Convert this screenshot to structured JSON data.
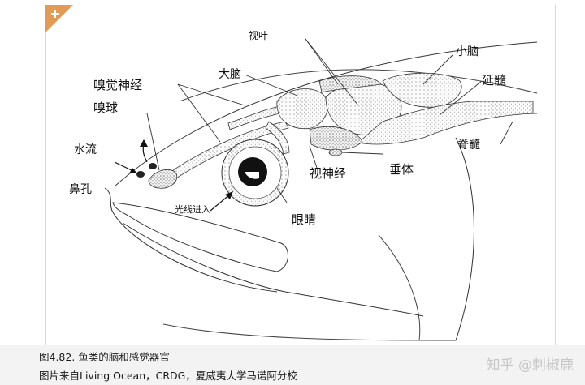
{
  "labels": {
    "shiye": "视叶",
    "xiaonao": "小脑",
    "danao": "大脑",
    "yansui": "延髓",
    "xiujue": "嗅觉神经",
    "xiuqiu": "嗅球",
    "jisui": "脊髓",
    "shuiliu": "水流",
    "bikong": "鼻孔",
    "shishenjing": "视神经",
    "chuiti": "垂体",
    "guangxian": "光线进入",
    "yanjing": "眼睛"
  },
  "caption": {
    "line1": "图4.82. 鱼类的脑和感觉器官",
    "line2": "图片来自Living Ocean，CRDG，夏威夷大学马诺阿分校"
  },
  "watermark": "知乎 @刺椒鹿",
  "corner_icon": "plus-icon",
  "colors": {
    "corner": "#e39a55",
    "caption_bg": "#f3f3f3"
  }
}
